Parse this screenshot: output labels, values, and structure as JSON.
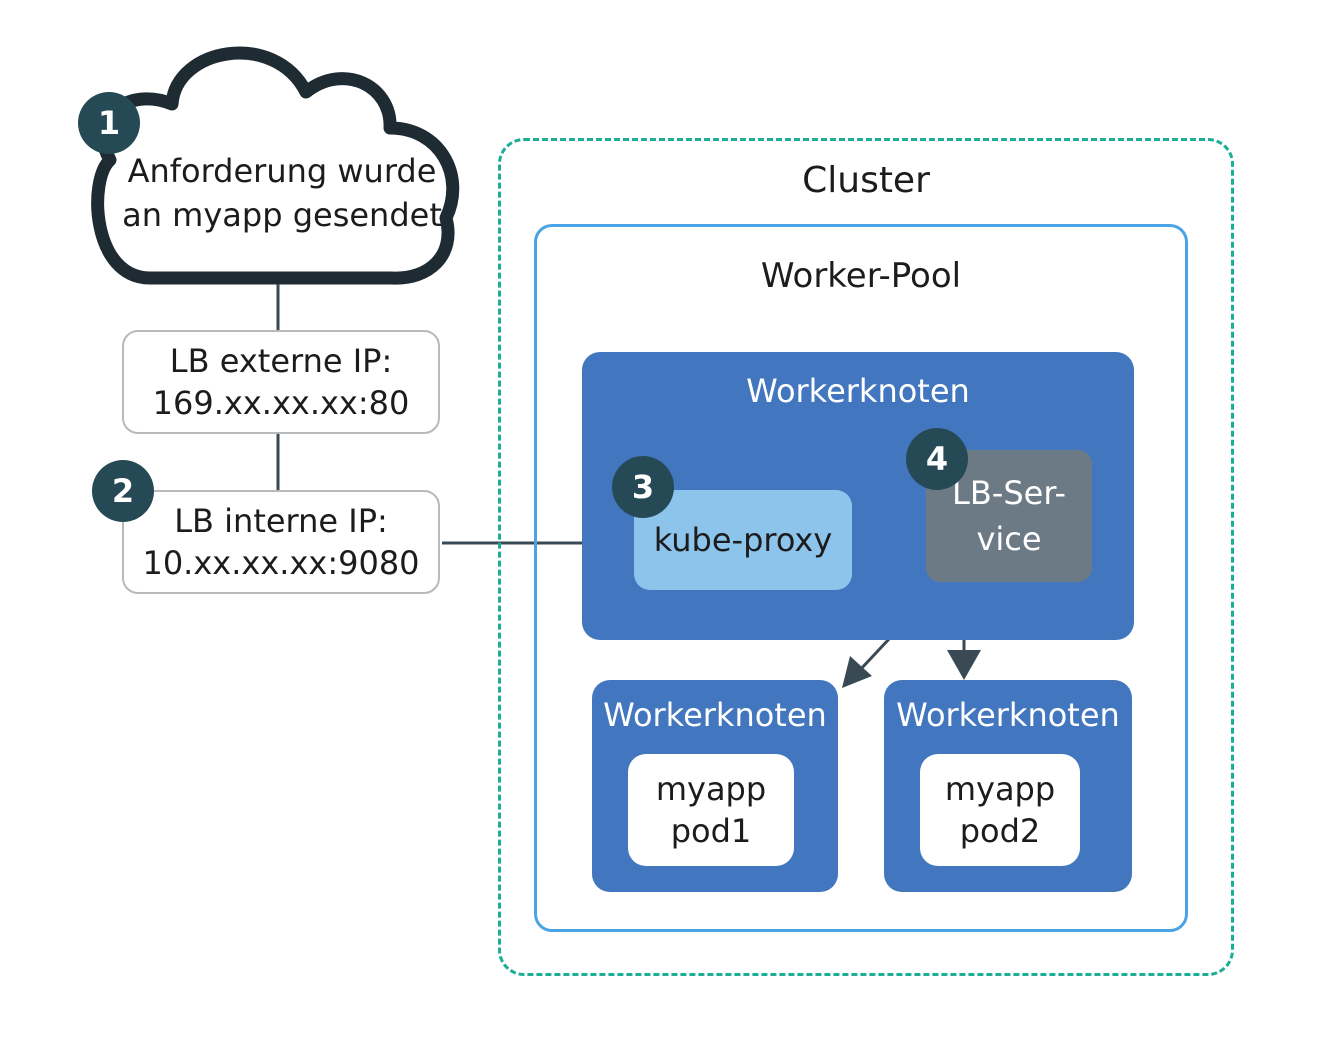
{
  "cloud": {
    "line1": "Anforderung wurde",
    "line2": "an myapp gesendet"
  },
  "external_ip": {
    "line1": "LB externe IP:",
    "line2": "169.xx.xx.xx:80"
  },
  "internal_ip": {
    "line1": "LB interne IP:",
    "line2": "10.xx.xx.xx:9080"
  },
  "cluster": {
    "title": "Cluster"
  },
  "worker_pool": {
    "title": "Worker-Pool"
  },
  "worker_main": {
    "title": "Workerknoten",
    "kube_proxy": "kube-proxy",
    "lb_service": {
      "line1": "LB-Ser-",
      "line2": "vice"
    }
  },
  "worker_a": {
    "title": "Workerknoten",
    "pod": {
      "line1": "myapp",
      "line2": "pod1"
    }
  },
  "worker_b": {
    "title": "Workerknoten",
    "pod": {
      "line1": "myapp",
      "line2": "pod2"
    }
  },
  "badges": [
    "1",
    "2",
    "3",
    "4"
  ],
  "colors": {
    "cloud_outline": "#1e2b33",
    "badge": "#254a55",
    "cluster_border": "#1aae97",
    "pool_border": "#4aa3e6",
    "worker_node": "#4276be",
    "kube_proxy": "#8cc4ec",
    "lb_service": "#6c7a86",
    "connector": "#3a4a55"
  }
}
